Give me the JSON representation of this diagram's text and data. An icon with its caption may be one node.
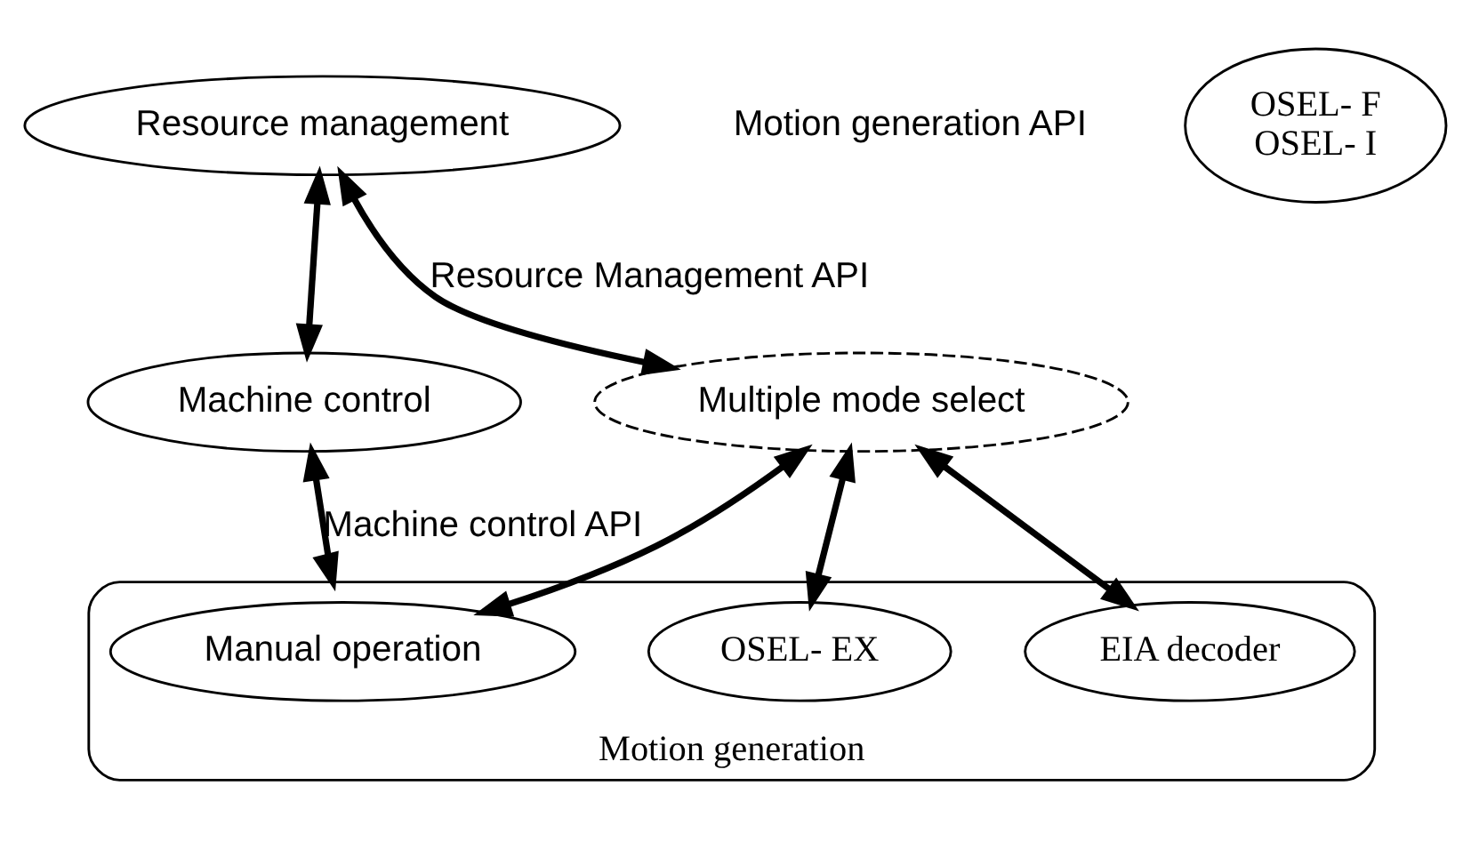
{
  "diagram": {
    "nodes": [
      {
        "text": [
          "Resource management"
        ]
      },
      {
        "text": [
          "Motion generation"
        ]
      },
      {
        "text": [
          "Multiple mode select"
        ]
      },
      {
        "text": [
          "Manual operation"
        ],
        "in": 1
      },
      {
        "text": [
          "EIA decoder"
        ],
        "in": 1
      },
      {
        "text": [
          "OSEL- EX"
        ],
        "in": 1
      },
      {
        "text": [
          "OSEL- F",
          "OSEL- I"
        ]
      },
      {
        "text": [
          "Machine control"
        ]
      }
    ],
    "edges": [
      {
        "from": 0,
        "to": 2,
        "arrow": "both",
        "label": "Resource Management API"
      },
      {
        "from": 2,
        "to": 3,
        "arrow": "both"
      },
      {
        "from": 2,
        "to": 4,
        "arrow": "both"
      },
      {
        "from": 2,
        "to": 5,
        "arrow": "both"
      },
      {
        "from": 0,
        "to": 7,
        "arrow": "both"
      },
      {
        "from": 7,
        "to": 1,
        "arrow": "both",
        "label": "Machine control API"
      }
    ],
    "labels": [
      "Motion generation API"
    ]
  }
}
